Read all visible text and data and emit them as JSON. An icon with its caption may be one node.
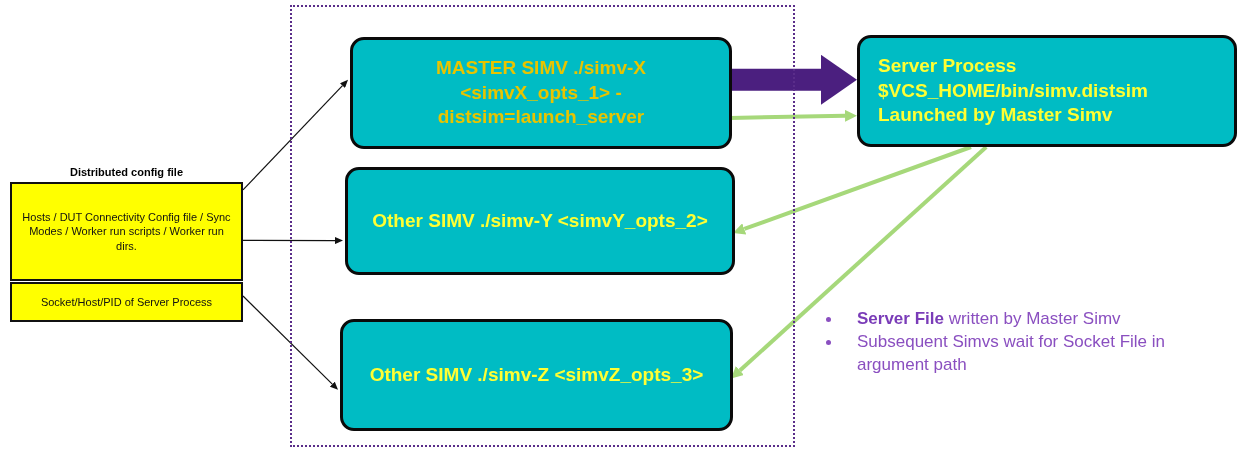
{
  "diagram": {
    "nodes": [
      {
        "text": [
          "Distributed config file",
          "Hosts / DUT Connectivity Config file / Sync Modes / Worker run scripts / Worker run dirs."
        ]
      },
      {
        "text": [
          "Socket/Host/PID of Server Process"
        ]
      },
      {
        "text": [],
        "shape": "box"
      },
      {
        "text": [
          "MASTER SIMV ./simv-X <simvX_opts_1> -distsim=launch_server"
        ],
        "in": 2
      },
      {
        "text": [
          "Other SIMV ./simv-Y <simvY_opts_2>"
        ],
        "in": 2
      },
      {
        "text": [
          "Other SIMV ./simv-Z <simvZ_opts_3>"
        ],
        "in": 2
      },
      {
        "text": [
          "Server Process $VCS_HOME/bin/simv.distsim Launched by Master Simv"
        ]
      }
    ],
    "edges": [
      {
        "from": 0,
        "to": 3,
        "arrow": "to"
      },
      {
        "from": 0,
        "to": 4,
        "arrow": "to"
      },
      {
        "from": 1,
        "to": 5,
        "arrow": "to"
      },
      {
        "from": 3,
        "to": 6,
        "arrow": "to",
        "style": "thick",
        "color": "#4b1f7f"
      },
      {
        "from": 3,
        "to": 6,
        "arrow": "to",
        "color": "#a6d87a"
      },
      {
        "from": 6,
        "to": 4,
        "arrow": "to",
        "color": "#a6d87a"
      },
      {
        "from": 6,
        "to": 5,
        "arrow": "to",
        "color": "#a6d87a"
      }
    ],
    "labels": [
      "**Server File** written by Master Simv",
      "Subsequent Simvs wait for Socket File in argument path"
    ]
  }
}
